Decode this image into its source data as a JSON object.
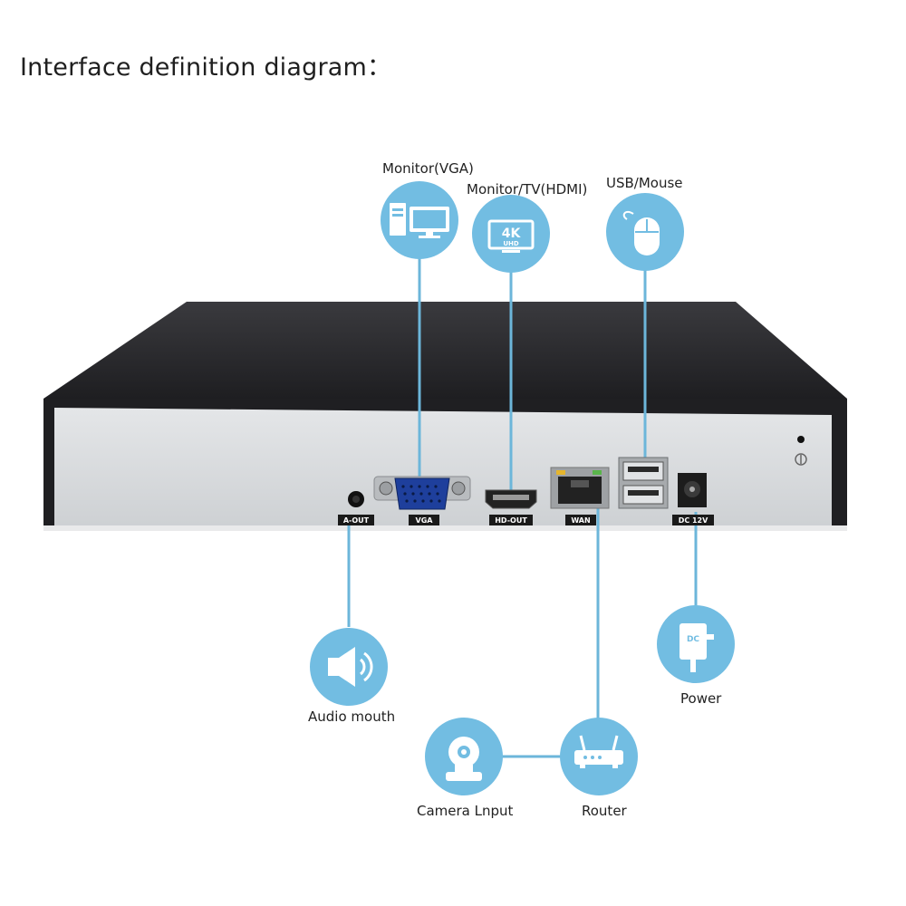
{
  "title": "Interface definition diagram：",
  "labels": {
    "vga_monitor": "Monitor(VGA)",
    "hdmi_monitor": "Monitor/TV(HDMI)",
    "usb_mouse": "USB/Mouse",
    "audio": "Audio mouth",
    "power": "Power",
    "camera": "Camera Lnput",
    "router": "Router"
  },
  "ports": {
    "aout": "A-OUT",
    "vga": "VGA",
    "hdout": "HD-OUT",
    "wan": "WAN",
    "dc": "DC 12V"
  },
  "icons": {
    "vga_monitor": "monitor-icon",
    "hdmi_monitor": "4k-uhd-icon",
    "usb_mouse": "mouse-icon",
    "audio": "speaker-icon",
    "power": "dc-adapter-icon",
    "camera": "camera-icon",
    "router": "router-icon",
    "hdmi_icon_text_top": "4K",
    "hdmi_icon_text_bottom": "UHD",
    "dc_icon_text": "DC"
  },
  "colors": {
    "icon_circle": "#72bde2",
    "connector_line": "#6cb6da",
    "device_top": "#2a2a2d",
    "device_panel": "#d8dadc"
  }
}
